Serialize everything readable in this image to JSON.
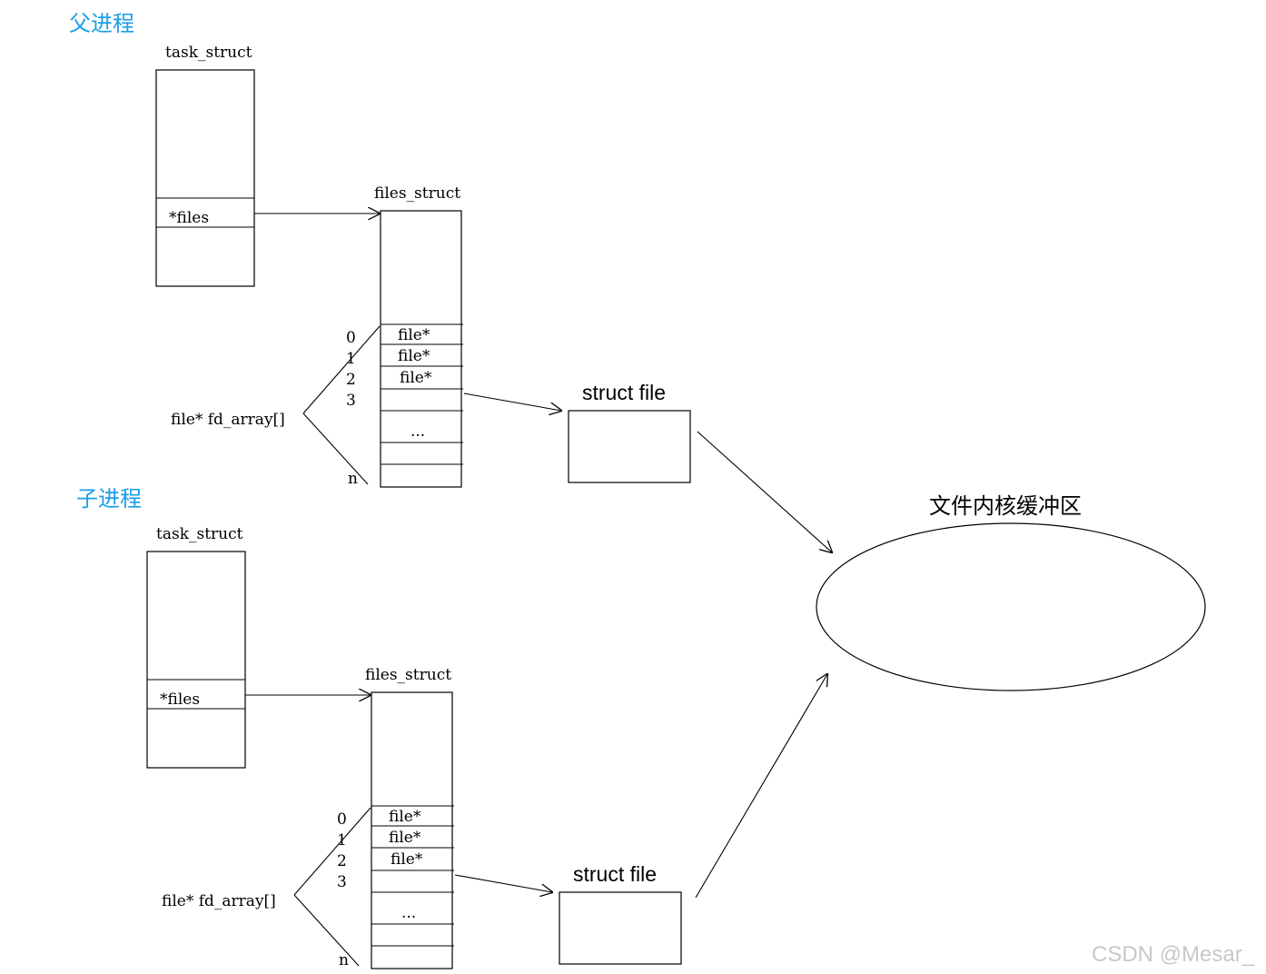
{
  "parent": {
    "title": "父进程",
    "task_struct_label": "task_struct",
    "files_field": "*files",
    "files_struct_label": "files_struct",
    "fd_array_label": "file* fd_array[]",
    "indices": [
      "0",
      "1",
      "2",
      "3",
      "n"
    ],
    "cells": [
      "file*",
      "file*",
      "file*",
      "",
      "...",
      "",
      ""
    ],
    "struct_file_label": "struct file"
  },
  "child": {
    "title": "子进程",
    "task_struct_label": "task_struct",
    "files_field": "*files",
    "files_struct_label": "files_struct",
    "fd_array_label": "file* fd_array[]",
    "indices": [
      "0",
      "1",
      "2",
      "3",
      "n"
    ],
    "cells": [
      "file*",
      "file*",
      "file*",
      "",
      "...",
      "",
      ""
    ],
    "struct_file_label": "struct file"
  },
  "kernel_buffer_label": "文件内核缓冲区",
  "watermark": "CSDN @Mesar_"
}
